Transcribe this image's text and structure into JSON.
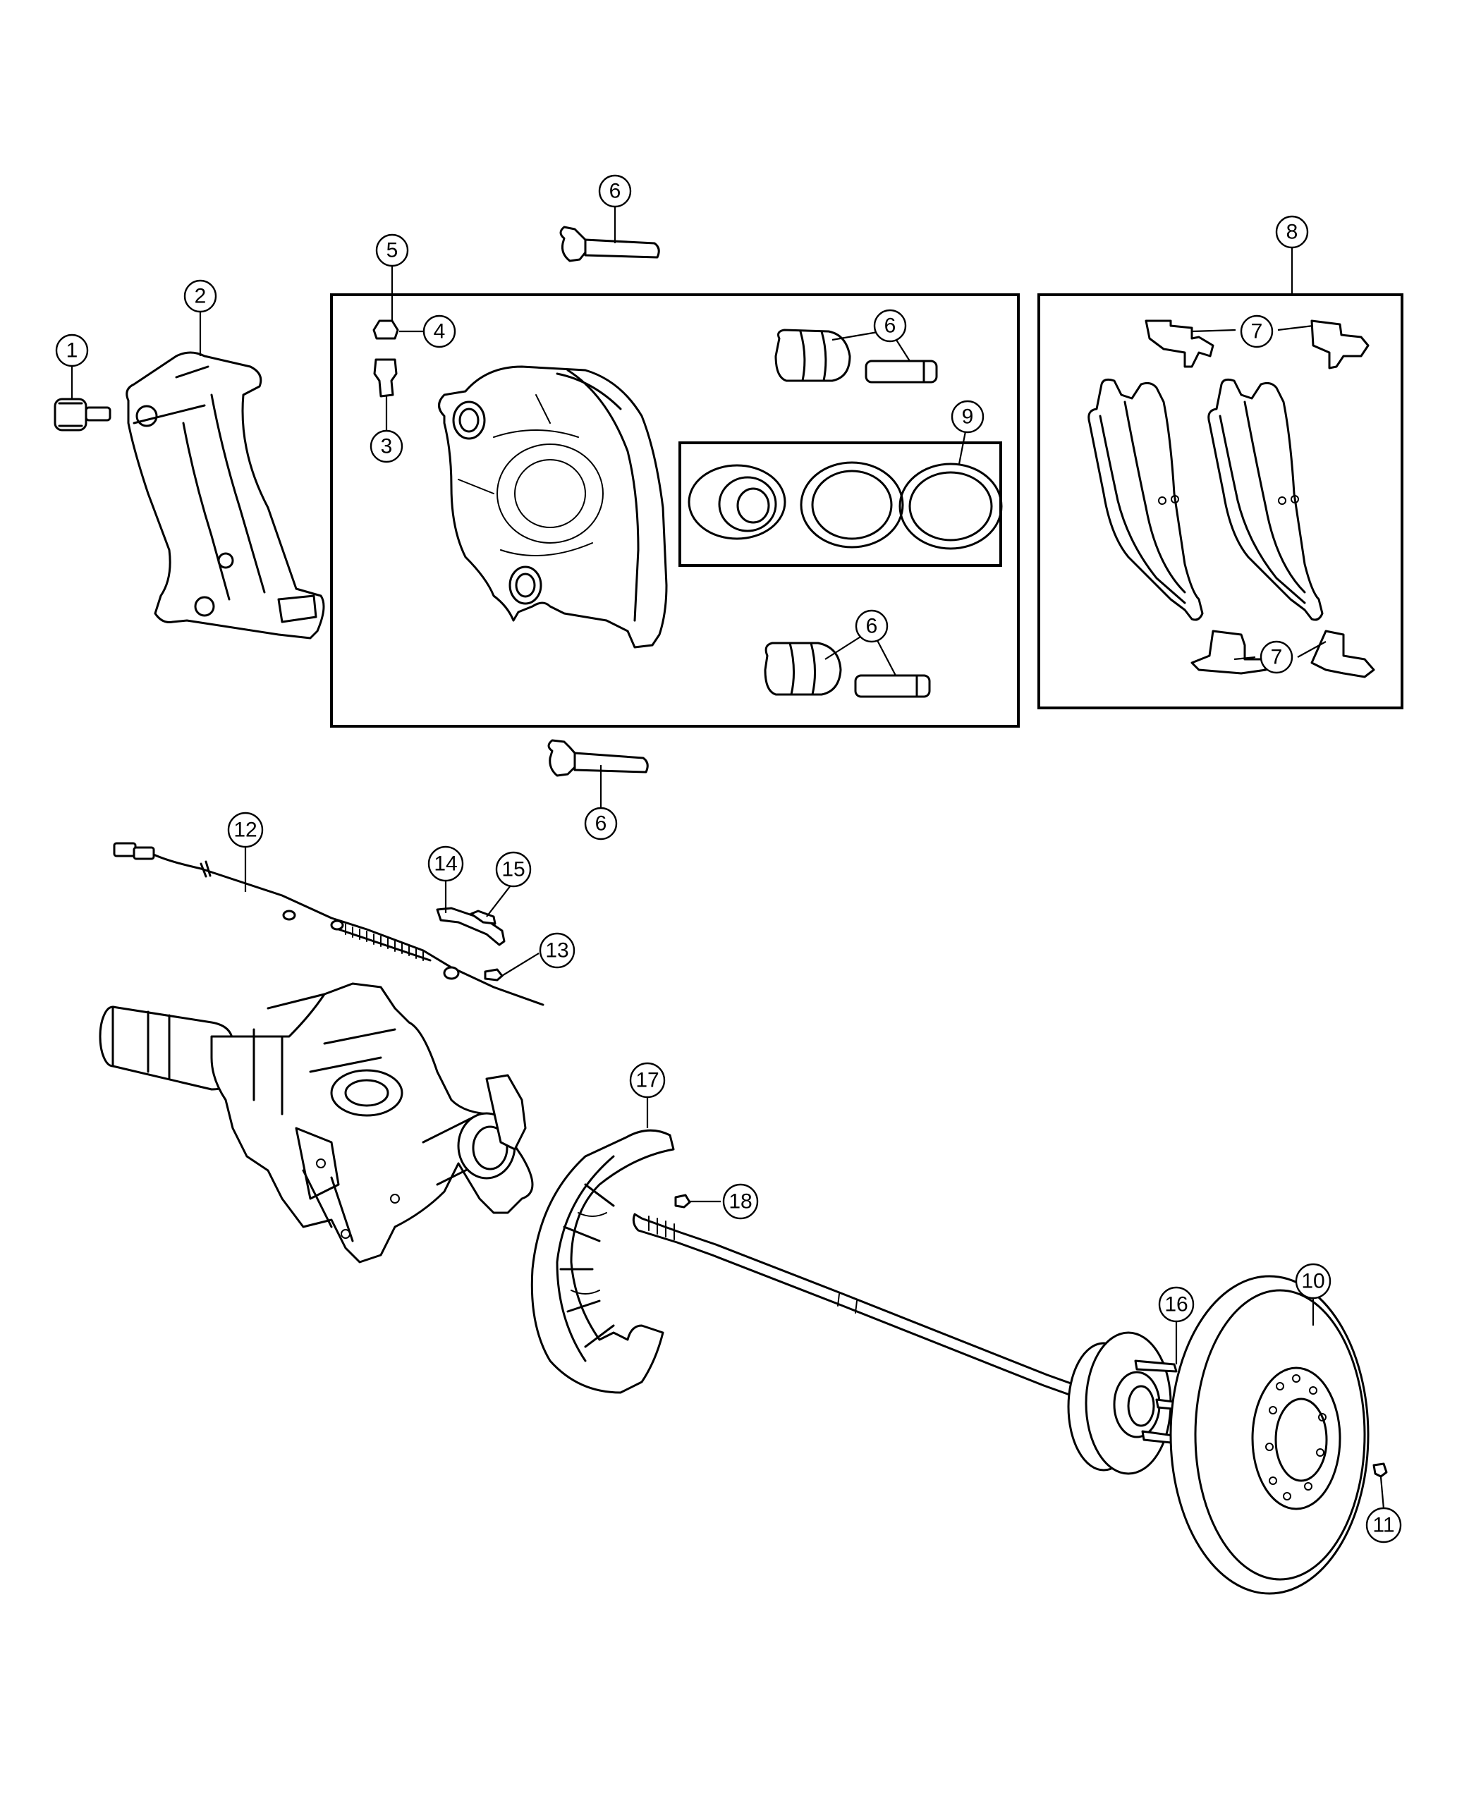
{
  "callouts": {
    "c1": "1",
    "c2": "2",
    "c3": "3",
    "c4": "4",
    "c5": "5",
    "c6a": "6",
    "c6b": "6",
    "c6c": "6",
    "c6d": "6",
    "c7a": "7",
    "c7b": "7",
    "c8": "8",
    "c9": "9",
    "c10": "10",
    "c11": "11",
    "c12": "12",
    "c13": "13",
    "c14": "14",
    "c15": "15",
    "c16": "16",
    "c17": "17",
    "c18": "18"
  }
}
